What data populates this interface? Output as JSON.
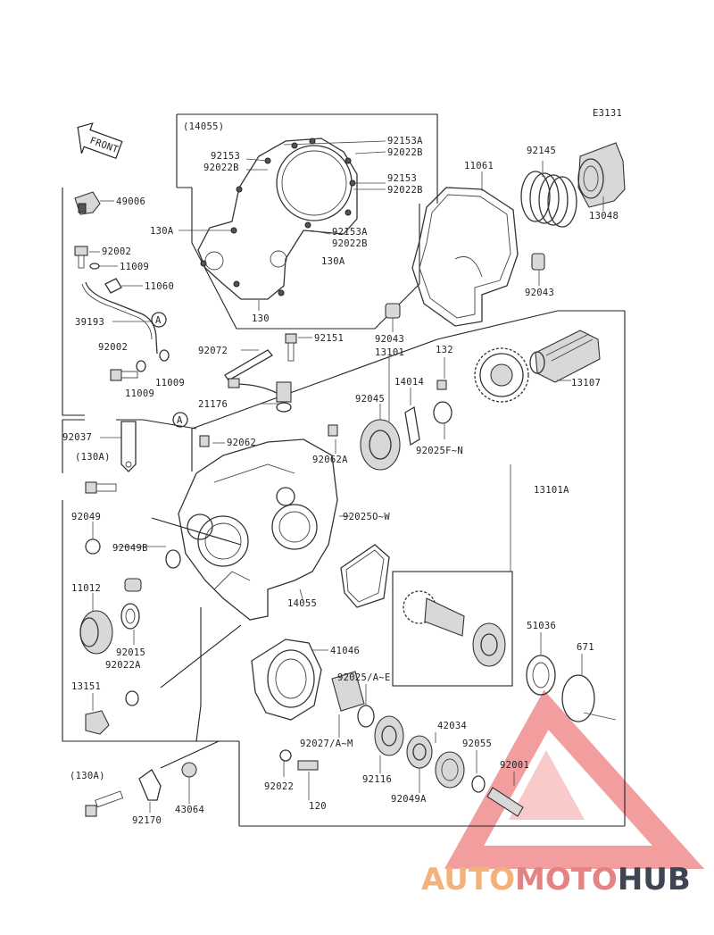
{
  "diagram": {
    "code": "E3131",
    "front_label": "FRONT",
    "labels": {
      "ref_14055_top": "(14055)",
      "l92153a_top": "92153A",
      "l92022b_top": "92022B",
      "l92153_left": "92153",
      "l92022b_left": "92022B",
      "l92153_right": "92153",
      "l92022b_right": "92022B",
      "l130a_left": "130A",
      "l92153a_mid": "92153A",
      "l92022b_mid": "92022B",
      "l130a_mid": "130A",
      "l130": "130",
      "l49006": "49006",
      "l92002_top": "92002",
      "l11009_top": "11009",
      "l11060": "11060",
      "l39193": "39193",
      "l92002_mid": "92002",
      "l11009_left": "11009",
      "l11009_right": "11009",
      "l92145": "92145",
      "l11061": "11061",
      "l13048": "13048",
      "l92043_right": "92043",
      "l92043_mid": "92043",
      "l92072": "92072",
      "l92151": "92151",
      "l13101": "13101",
      "l132": "132",
      "l14014": "14014",
      "l92045": "92045",
      "l13107": "13107",
      "l21176": "21176",
      "l92025fn": "92025F~N",
      "l92037": "92037",
      "l130a_ref1": "(130A)",
      "l92062": "92062",
      "l92062a": "92062A",
      "l13101a": "13101A",
      "l92049": "92049",
      "l92049b": "92049B",
      "l92025ow": "92025O~W",
      "l11012": "11012",
      "l14055": "14055",
      "l92015": "92015",
      "l92022a": "92022A",
      "l13151": "13151",
      "l41046": "41046",
      "l51036": "51036",
      "l671": "671",
      "l92025ae": "92025/A~E",
      "l42034": "42034",
      "l92027": "92027/A~M",
      "l92055": "92055",
      "l92001": "92001",
      "l92116": "92116",
      "l92049a": "92049A",
      "l130a_ref2": "(130A)",
      "l92022": "92022",
      "l120": "120",
      "l92170": "92170",
      "l43064": "43064",
      "callout_a1": "A",
      "callout_a2": "A"
    }
  },
  "watermark": {
    "part1": "AUTO",
    "part2": "MOTO",
    "part3": "HUB",
    "colors": {
      "auto": "#f2b27a",
      "moto": "#e58383",
      "hub": "#3f4553",
      "triangle": "#ee7e7e"
    }
  }
}
